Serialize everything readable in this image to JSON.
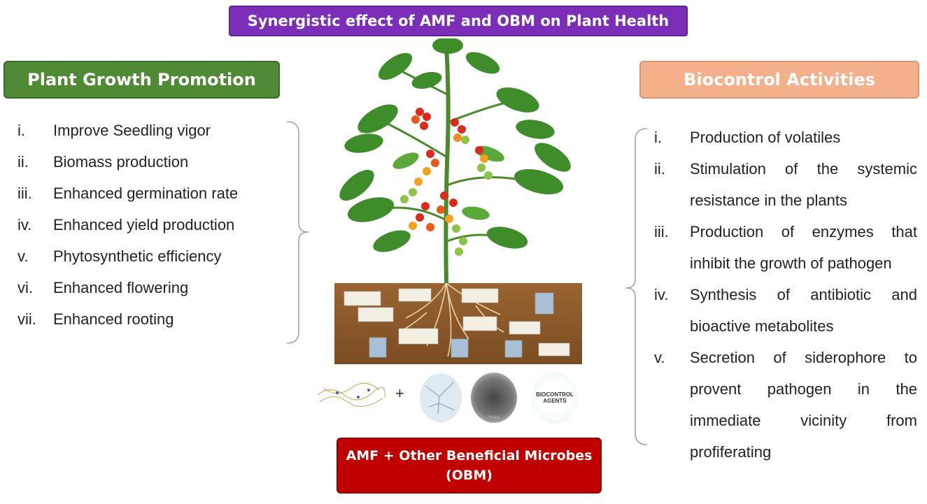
{
  "title": "Synergistic effect of AMF and OBM on Plant Health",
  "left_panel": {
    "header": "Plant Growth Promotion",
    "items": [
      {
        "num": "i.",
        "text": "Improve Seedling vigor"
      },
      {
        "num": "ii.",
        "text": "Biomass production"
      },
      {
        "num": "iii.",
        "text": "Enhanced germination rate"
      },
      {
        "num": "iv.",
        "text": "Enhanced yield production"
      },
      {
        "num": "v.",
        "text": "Phytosynthetic efficiency"
      },
      {
        "num": "vi.",
        "text": "Enhanced flowering"
      },
      {
        "num": "vii.",
        "text": "Enhanced rooting"
      }
    ]
  },
  "right_panel": {
    "header": "Biocontrol Activities",
    "items": [
      {
        "num": "i.",
        "text": "Production of volatiles"
      },
      {
        "num": "ii.",
        "text": "Stimulation of the systemic resistance in the plants"
      },
      {
        "num": "iii.",
        "text": "Production of enzymes that inhibit the growth of pathogen"
      },
      {
        "num": "iv.",
        "text": "Synthesis of antibiotic and bioactive metabolites"
      },
      {
        "num": "v.",
        "text": "Secretion of siderophore to provent pathogen in the immediate vicinity from profiferating"
      }
    ]
  },
  "center": {
    "plus": "+",
    "yeast_label": "Yeast",
    "biocontrol_label_1": "BIOCONTROL",
    "biocontrol_label_2": "AGENTS"
  },
  "bottom_box": {
    "line1": "AMF + Other Beneficial Microbes",
    "line2": "(OBM)"
  },
  "colors": {
    "title_bg": "#7b2fb8",
    "left_header_bg": "#4f8a34",
    "right_header_bg": "#f4b08a",
    "bottom_box_bg": "#c00000",
    "soil": "#8a5a2b"
  }
}
